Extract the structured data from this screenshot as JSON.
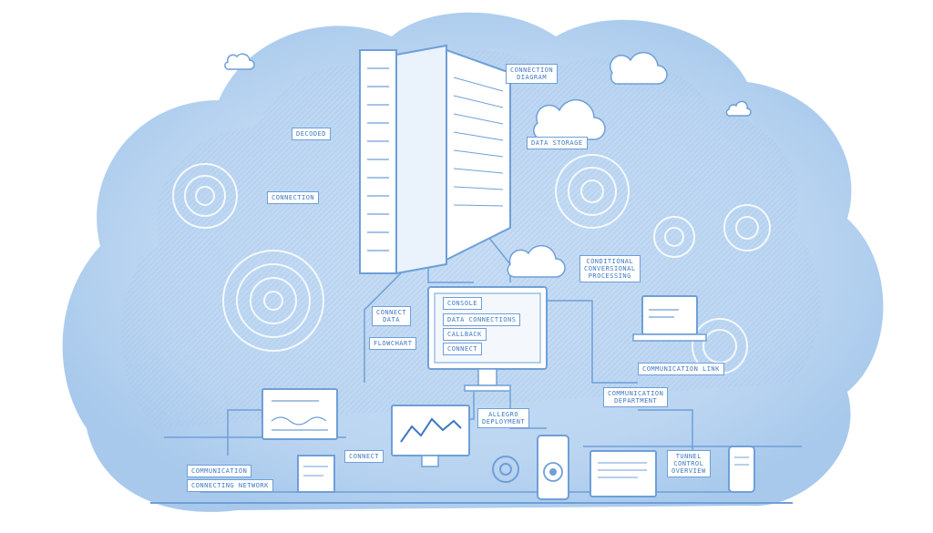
{
  "colors": {
    "background": "#ffffff",
    "cloud_fill": "#bcd6f1",
    "cloud_shadow": "#9cc0e8",
    "line": "#6f9fd8",
    "ink": "#3f77c2",
    "panel": "#ffffff"
  },
  "icons": [
    "cloud-icon",
    "server-rack-icon",
    "monitor-icon",
    "line-chart-icon",
    "laptop-icon",
    "phone-icon",
    "speaker-icon",
    "gear-icon",
    "swirl-pattern-icon"
  ],
  "labels": {
    "top_server_tag": "CONNECTION\nDIAGRAM",
    "cloud_caption": "DATA STORAGE",
    "left_mid_tag": "DECODED",
    "left_lower_tag": "CONNECTION",
    "right_tag": "CONDITIONAL\nCONVERSIONAL\nPROCESSING",
    "monitor_title": "CONSOLE",
    "monitor_line_1": "DATA CONNECTIONS",
    "monitor_line_2": "CALLBACK",
    "monitor_line_3": "CONNECT",
    "left_console_tag": "CONNECT\nDATA",
    "left_console_tag_2": "FLOWCHART",
    "chart_caption": "ALLEGRO\nDEPLOYMENT",
    "right_lower_tag": "COMMUNICATION\nDEPARTMENT",
    "right_strip_tag": "COMMUNICATION LINK",
    "bottom_right_tag": "TUNNEL\nCONTROL\nOVERVIEW",
    "bottom_left_tag": "COMMUNICATION",
    "bottom_left_tag_2": "CONNECTING NETWORK",
    "bottom_mid_tag": "CONNECT"
  }
}
